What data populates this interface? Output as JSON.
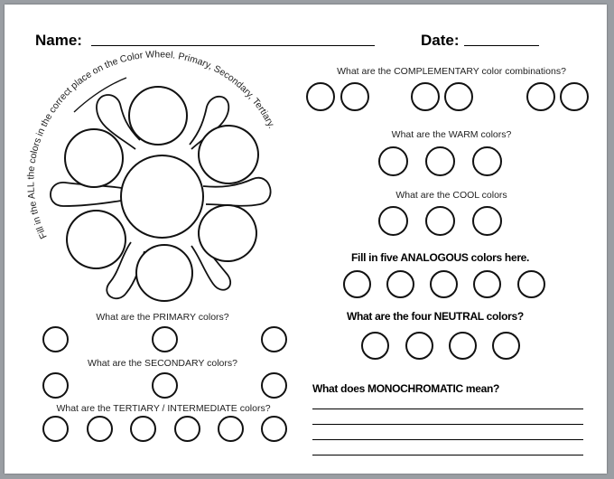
{
  "header": {
    "name_label": "Name:",
    "date_label": "Date:"
  },
  "wheel": {
    "instruction": "Fill in the ALL the colors in the correct place on the Color Wheel. Primary, Secondary, Tertiary.",
    "outer_swatches": 6,
    "center_swatch": 1
  },
  "left_questions": {
    "primary": {
      "label": "What are the PRIMARY colors?",
      "count": 3
    },
    "secondary": {
      "label": "What are the SECONDARY colors?",
      "count": 3
    },
    "tertiary": {
      "label": "What are the TERTIARY / INTERMEDIATE colors?",
      "count": 6
    }
  },
  "right_questions": {
    "complementary": {
      "label": "What are the COMPLEMENTARY color combinations?",
      "pairs": 3
    },
    "warm": {
      "label": "What are the WARM colors?",
      "count": 3
    },
    "cool": {
      "label": "What are the COOL colors",
      "count": 3
    },
    "analogous": {
      "label": "Fill in five ANALOGOUS colors here.",
      "count": 5
    },
    "neutral": {
      "label": "What are the four NEUTRAL colors?",
      "count": 4
    },
    "monochromatic": {
      "label": "What does MONOCHROMATIC mean?",
      "answer_lines": 4
    }
  }
}
